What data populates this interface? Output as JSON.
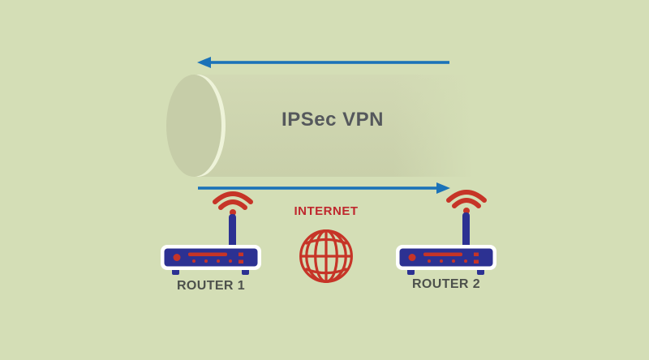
{
  "colors": {
    "bg": "#d4deb6",
    "blue": "#1b72b8",
    "navy": "#2c3192",
    "red": "#c63427",
    "red_text": "#bf272d",
    "dark_text": "#55585c",
    "label_text": "#4d514c",
    "tunnel_body": "#cdd4ae",
    "tunnel_cap": "#c6cda8",
    "tunnel_rim": "#eef3d9"
  },
  "tunnel": {
    "label": "IPSec VPN"
  },
  "arrows": {
    "top_direction": "left",
    "bottom_direction": "right"
  },
  "internet": {
    "label": "INTERNET"
  },
  "routers": [
    {
      "label": "ROUTER 1"
    },
    {
      "label": "ROUTER 2"
    }
  ],
  "icons": {
    "wifi": "wifi-signal-icon",
    "globe": "globe-icon",
    "arrow_top": "arrow-left-icon",
    "arrow_bottom": "arrow-right-icon"
  }
}
